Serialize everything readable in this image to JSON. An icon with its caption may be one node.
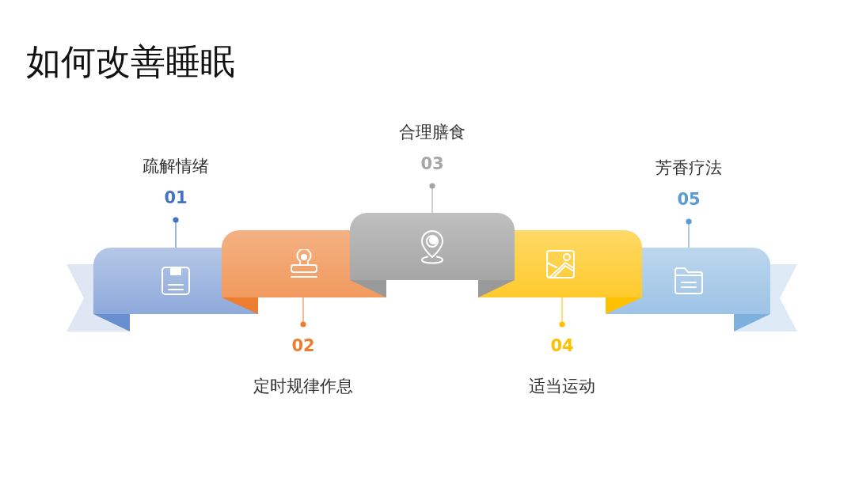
{
  "diagram": {
    "title": "如何改善睡眠",
    "nodes": [
      {
        "text": [
          "疏解情绪",
          "01"
        ]
      },
      {
        "text": [],
        "shape": "banner"
      },
      {
        "text": [],
        "shape": "banner"
      },
      {
        "text": [
          "02",
          "定时规律作息"
        ]
      },
      {
        "text": [
          "合理膳食",
          "03"
        ]
      },
      {
        "text": [],
        "shape": "banner"
      },
      {
        "text": [],
        "shape": "banner"
      },
      {
        "text": [
          "04",
          "适当运动"
        ]
      },
      {
        "text": [
          "芳香疗法",
          "05"
        ]
      },
      {
        "text": [],
        "shape": "banner"
      }
    ],
    "edges": [
      {
        "from": 0,
        "to": 1,
        "arrow": "other",
        "color": "#4472c4"
      },
      {
        "from": 3,
        "to": 2,
        "arrow": "other",
        "color": "#ed7d31"
      },
      {
        "from": 4,
        "to": 5,
        "arrow": "other",
        "color": "#a5a5a5"
      },
      {
        "from": 7,
        "to": 6,
        "arrow": "other",
        "color": "#ffc000"
      },
      {
        "from": 8,
        "to": 9,
        "arrow": "other",
        "color": "#5b9bd5"
      }
    ]
  }
}
